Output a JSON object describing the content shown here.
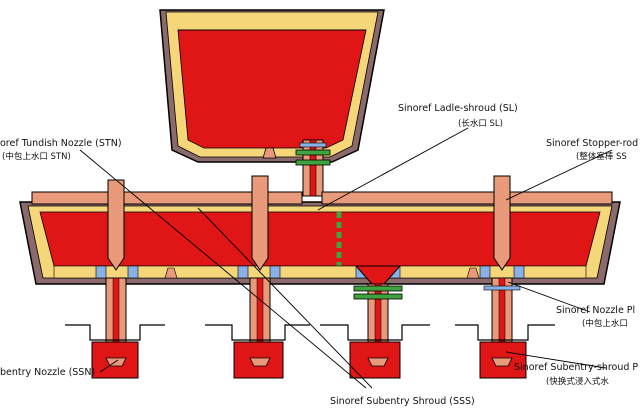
{
  "colors": {
    "molten_steel": "#e01616",
    "refractory_lining": "#f5d77a",
    "shell": "#8a6a6a",
    "nozzle": "#e99a7a",
    "seal_blue": "#8ab0e8",
    "seal_green": "#3fa33f",
    "line": "#000000"
  },
  "labels": {
    "sl": {
      "en": "Sinoref Ladle-shroud (SL)",
      "cn": "(长水口 SL)"
    },
    "stn": {
      "en": "oref Tundish Nozzle (STN)",
      "cn": "(中包上水口 STN)"
    },
    "sss_rod": {
      "en": "Sinoref Stopper-rod",
      "cn": "(整体塞棒 SS"
    },
    "np": {
      "en": "Sinoref Nozzle Pl",
      "cn": "(中包上水口"
    },
    "ssn": {
      "en": "bentry Nozzle (SSN)"
    },
    "sss": {
      "en": "Sinoref Subentry Shroud (SSS)"
    },
    "ssb": {
      "en": "Sinoref Subentry-shroud P",
      "cn": "(快换式浸入式水"
    }
  }
}
